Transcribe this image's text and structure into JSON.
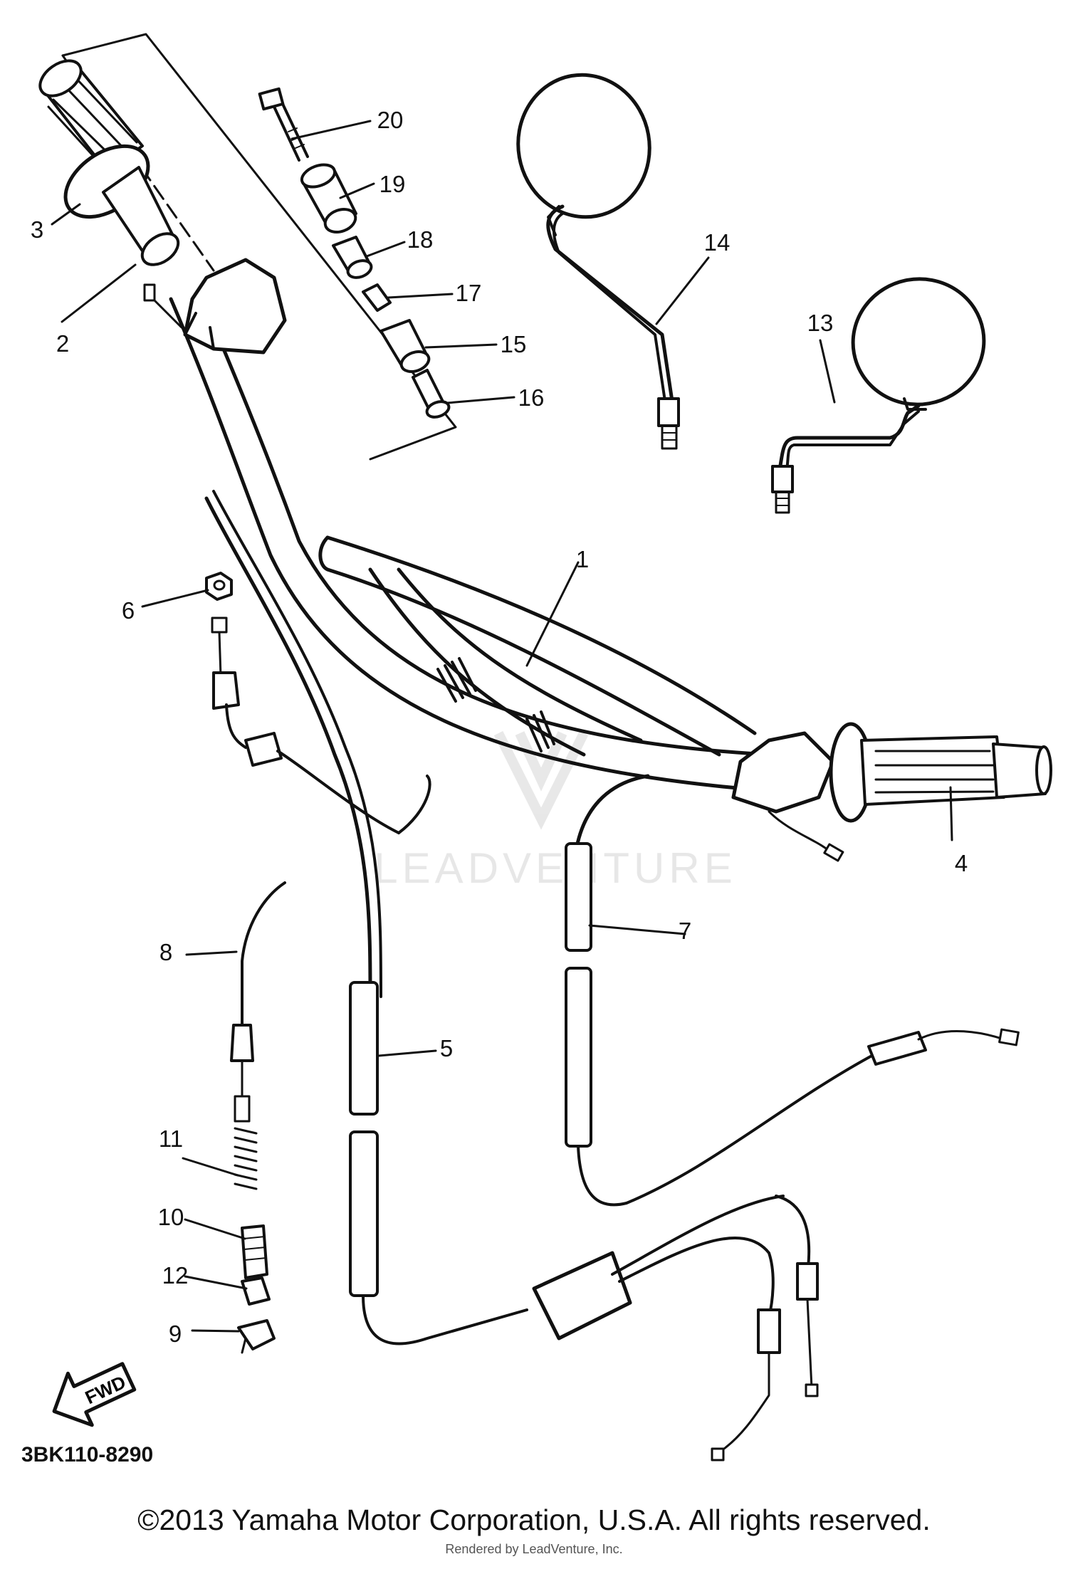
{
  "callouts": [
    {
      "id": "1",
      "label": "1"
    },
    {
      "id": "2",
      "label": "2"
    },
    {
      "id": "3",
      "label": "3"
    },
    {
      "id": "4",
      "label": "4"
    },
    {
      "id": "5",
      "label": "5"
    },
    {
      "id": "6",
      "label": "6"
    },
    {
      "id": "7",
      "label": "7"
    },
    {
      "id": "8",
      "label": "8"
    },
    {
      "id": "9",
      "label": "9"
    },
    {
      "id": "10",
      "label": "10"
    },
    {
      "id": "11",
      "label": "11"
    },
    {
      "id": "12",
      "label": "12"
    },
    {
      "id": "13",
      "label": "13"
    },
    {
      "id": "14",
      "label": "14"
    },
    {
      "id": "15",
      "label": "15"
    },
    {
      "id": "16",
      "label": "16"
    },
    {
      "id": "17",
      "label": "17"
    },
    {
      "id": "18",
      "label": "18"
    },
    {
      "id": "19",
      "label": "19"
    },
    {
      "id": "20",
      "label": "20"
    }
  ],
  "fwd_arrow": "FWD",
  "diagram_code": "3BK110-8290",
  "watermark": "LEADVENTURE",
  "copyright": "©2013 Yamaha Motor Corporation, U.S.A. All rights reserved.",
  "rendered_by": "Rendered by LeadVenture, Inc."
}
